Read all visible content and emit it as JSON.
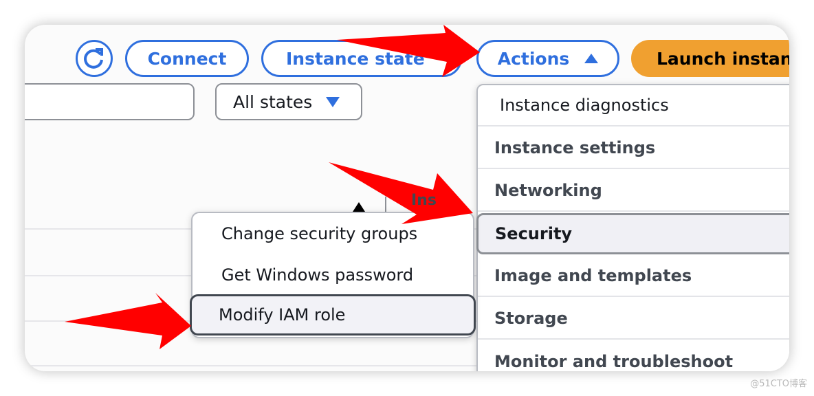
{
  "toolbar": {
    "refresh_icon": "refresh-icon",
    "connect": "Connect",
    "instance_state": "Instance state",
    "actions": "Actions",
    "launch": "Launch instanc"
  },
  "filters": {
    "search_value": "",
    "state_select": "All states"
  },
  "table": {
    "partial_header": "Ins"
  },
  "actions_menu": {
    "items": [
      {
        "label": "Instance diagnostics",
        "submenu": false
      },
      {
        "label": "Instance settings",
        "submenu": true
      },
      {
        "label": "Networking",
        "submenu": true
      },
      {
        "label": "Security",
        "submenu": true,
        "selected": true
      },
      {
        "label": "Image and templates",
        "submenu": true
      },
      {
        "label": "Storage",
        "submenu": true
      },
      {
        "label": "Monitor and troubleshoot",
        "submenu": true
      }
    ]
  },
  "security_submenu": {
    "items": [
      {
        "label": "Change security groups"
      },
      {
        "label": "Get Windows password"
      },
      {
        "label": "Modify IAM role",
        "selected": true
      }
    ]
  },
  "colors": {
    "accent": "#2f6fde",
    "launch": "#f0a030",
    "annotation_arrow": "#ff0000"
  },
  "watermark": "@51CTO博客"
}
